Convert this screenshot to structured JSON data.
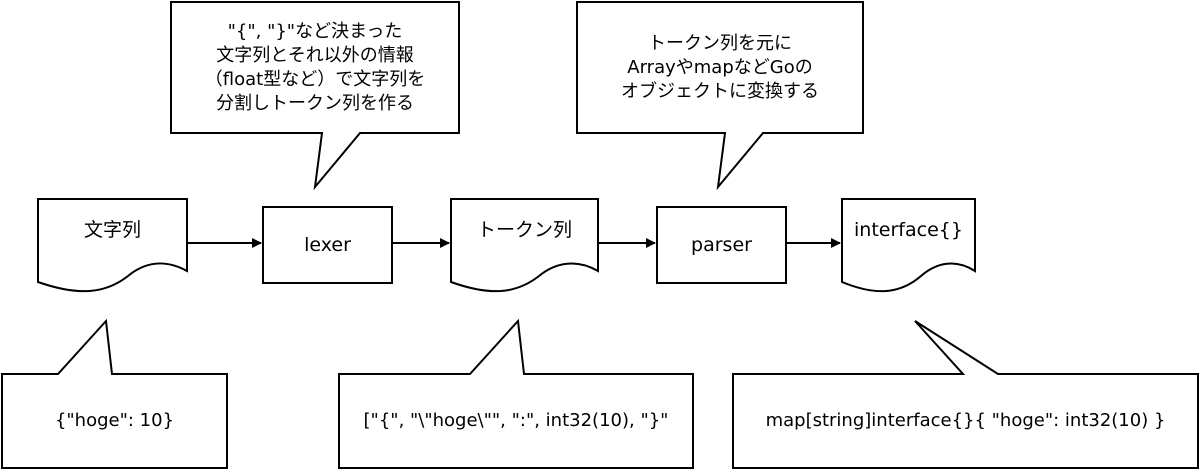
{
  "nodes": {
    "input_doc": "文字列",
    "lexer": "lexer",
    "tokens_doc": "トークン列",
    "parser": "parser",
    "output_doc": "interface{}"
  },
  "callouts": {
    "lexer": "\"{\", \"}\"など決まった\n文字列とそれ以外の情報\n（float型など）で文字列を\n分割しトークン列を作る",
    "parser": "トークン列を元に\nArrayやmapなどGoの\nオブジェクトに変換する"
  },
  "examples": {
    "input": "{\"hoge\": 10}",
    "tokens": "[\"{\", \"\\\"hoge\\\"\", \":\", int32(10), \"}\"",
    "output": "map[string]interface{}{ \"hoge\": int32(10) }"
  }
}
